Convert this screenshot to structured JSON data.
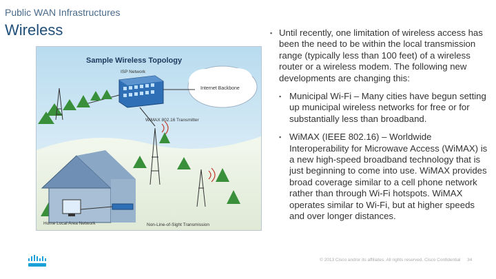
{
  "header": {
    "eyebrow": "Public WAN Infrastructures",
    "title": "Wireless"
  },
  "figure": {
    "title": "Sample Wireless Topology",
    "labels": {
      "isp": "ISP Network",
      "backbone": "Internet Backbone",
      "transmitter": "WiMAX 802.16 Transmitter",
      "home": "Home Local Area Network",
      "nlos": "Non-Line-of-Sight Transmission"
    },
    "colors": {
      "sky": "#cfe6f3",
      "ground": "#e8f1e1",
      "building": "#2f6fb5",
      "tree": "#3a8f3a",
      "house": "#6f8fb4"
    }
  },
  "bullets": [
    {
      "text": "Until recently, one limitation of wireless access has been the need to be within the local transmission range (typically less than 100 feet) of a wireless router or a wireless modem.  The following new developments are changing this:"
    }
  ],
  "sub_bullets": [
    {
      "text": "Municipal Wi-Fi – Many cities have begun setting up municipal wireless networks for free or for substantially less than broadband."
    },
    {
      "text": "WiMAX (IEEE 802.16) – Worldwide Interoperability for Microwave Access (WiMAX) is a new high-speed broadband technology that is just beginning to come into use.  WiMAX provides broad coverage similar to a cell phone network rather than through Wi-Fi hotspots.  WiMAX operates similar to Wi-Fi, but at higher speeds and over longer distances."
    }
  ],
  "footer": {
    "copyright": "© 2013 Cisco and/or its affiliates. All rights reserved.   Cisco Confidential",
    "page": "34"
  },
  "bullet_glyph": "▪",
  "logo_icon": "cisco-logo-icon"
}
